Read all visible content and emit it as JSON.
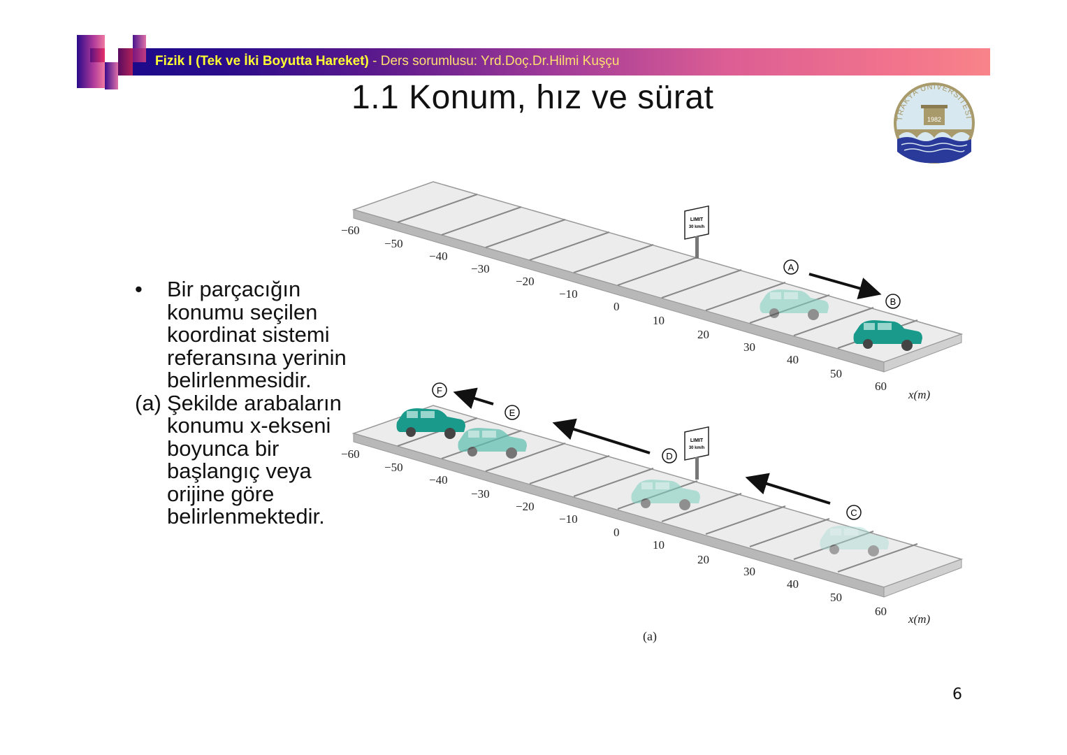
{
  "header": {
    "course": "Fizik I (Tek ve İki Boyutta Hareket)",
    "separator": " - ",
    "instructor": "Ders sorumlusu: Yrd.Doç.Dr.Hilmi Kuşçu",
    "colors": {
      "course_text": "#ffff33",
      "instructor_text": "#ffe070",
      "bar_start": "#1a0a8a",
      "bar_end": "#f8848a"
    }
  },
  "slide": {
    "title": "1.1 Konum, hız ve sürat",
    "page_number": "6"
  },
  "logo": {
    "text": "TRAKYA ÜNİVERSİTESİ",
    "year": "1982",
    "colors": {
      "ring": "#a89a6a",
      "inner": "#d8e8f0",
      "water": "#2a3a9a"
    }
  },
  "body": {
    "bullet_marker": "•",
    "bullet_lines": [
      "Bir parçacığın",
      "konumu seçilen",
      "koordinat sistemi",
      "referansına yerinin",
      "belirlenmesidir."
    ],
    "para_marker": "(a)",
    "para_lines": [
      "Şekilde arabaların",
      "konumu x-ekseni",
      "boyunca bir",
      "başlangıç veya",
      "orijine göre",
      "belirlenmektedir."
    ]
  },
  "figure": {
    "caption": "(a)",
    "axis_label": "x(m)",
    "ticks": [
      "−60",
      "−50",
      "−40",
      "−30",
      "−20",
      "−10",
      "0",
      "10",
      "20",
      "30",
      "40",
      "50",
      "60"
    ],
    "sign_line1": "LIMIT",
    "sign_line2": "30 km/h",
    "top_points": [
      "A",
      "B"
    ],
    "bottom_points": [
      "C",
      "D",
      "E",
      "F"
    ],
    "car_color": "#1a9a8a"
  }
}
